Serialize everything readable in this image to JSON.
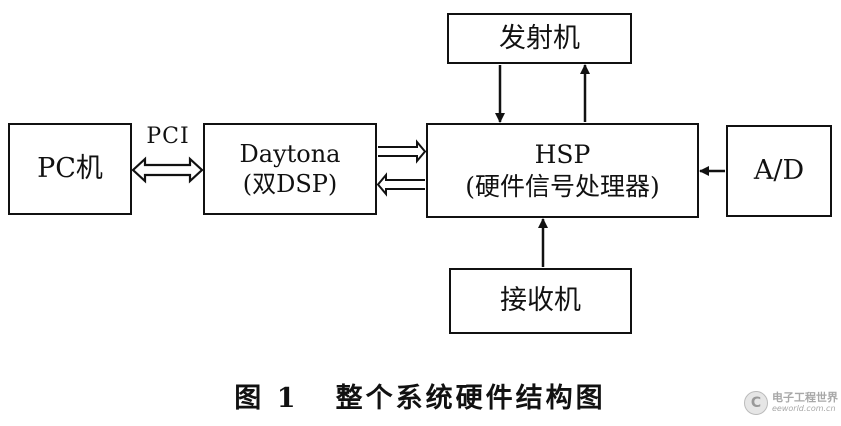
{
  "blocks": {
    "pc": {
      "label": "PC机"
    },
    "daytona": {
      "line1": "Daytona",
      "line2": "(双DSP)"
    },
    "hsp": {
      "line1": "HSP",
      "line2": "(硬件信号处理器)"
    },
    "ad": {
      "label": "A/D"
    },
    "transmitter": {
      "label": "发射机"
    },
    "receiver": {
      "label": "接收机"
    }
  },
  "links": {
    "pc_daytona_bus": "PCI"
  },
  "caption": "图 1   整个系统硬件结构图",
  "watermark": {
    "title": "电子工程世界",
    "site": "eeworld.com.cn",
    "logo_letter": "C"
  }
}
